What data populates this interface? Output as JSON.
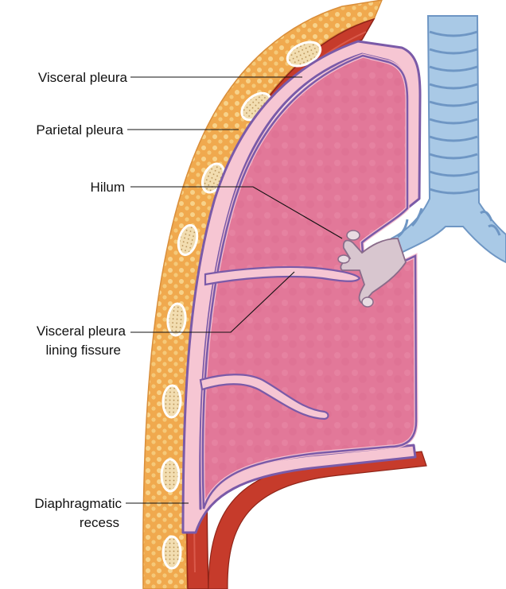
{
  "labels": {
    "visceral_pleura": "Visceral pleura",
    "parietal_pleura": "Parietal pleura",
    "hilum": "Hilum",
    "visceral_fissure_line1": "Visceral pleura",
    "visceral_fissure_line2": "lining fissure",
    "diaphragmatic_line1": "Diaphragmatic",
    "diaphragmatic_line2": "recess"
  },
  "colors": {
    "skin": "#f2b25c",
    "fat_dots": "#f7d58f",
    "muscle": "#c23a2a",
    "muscle_light": "#e0634c",
    "rib_outer": "#f3e2b3",
    "rib_inner": "#caa86a",
    "pleura_purple": "#7b5aa8",
    "pleura_pink": "#f6c9d6",
    "lung": "#e27799",
    "lung_light": "#ec95b1",
    "bronchus": "#a9c9e6",
    "bronchus_dark": "#6e96c4",
    "label_text": "#111111"
  },
  "icons": {
    "ribs": "rib-cross-section-icon",
    "trachea": "trachea-icon"
  }
}
